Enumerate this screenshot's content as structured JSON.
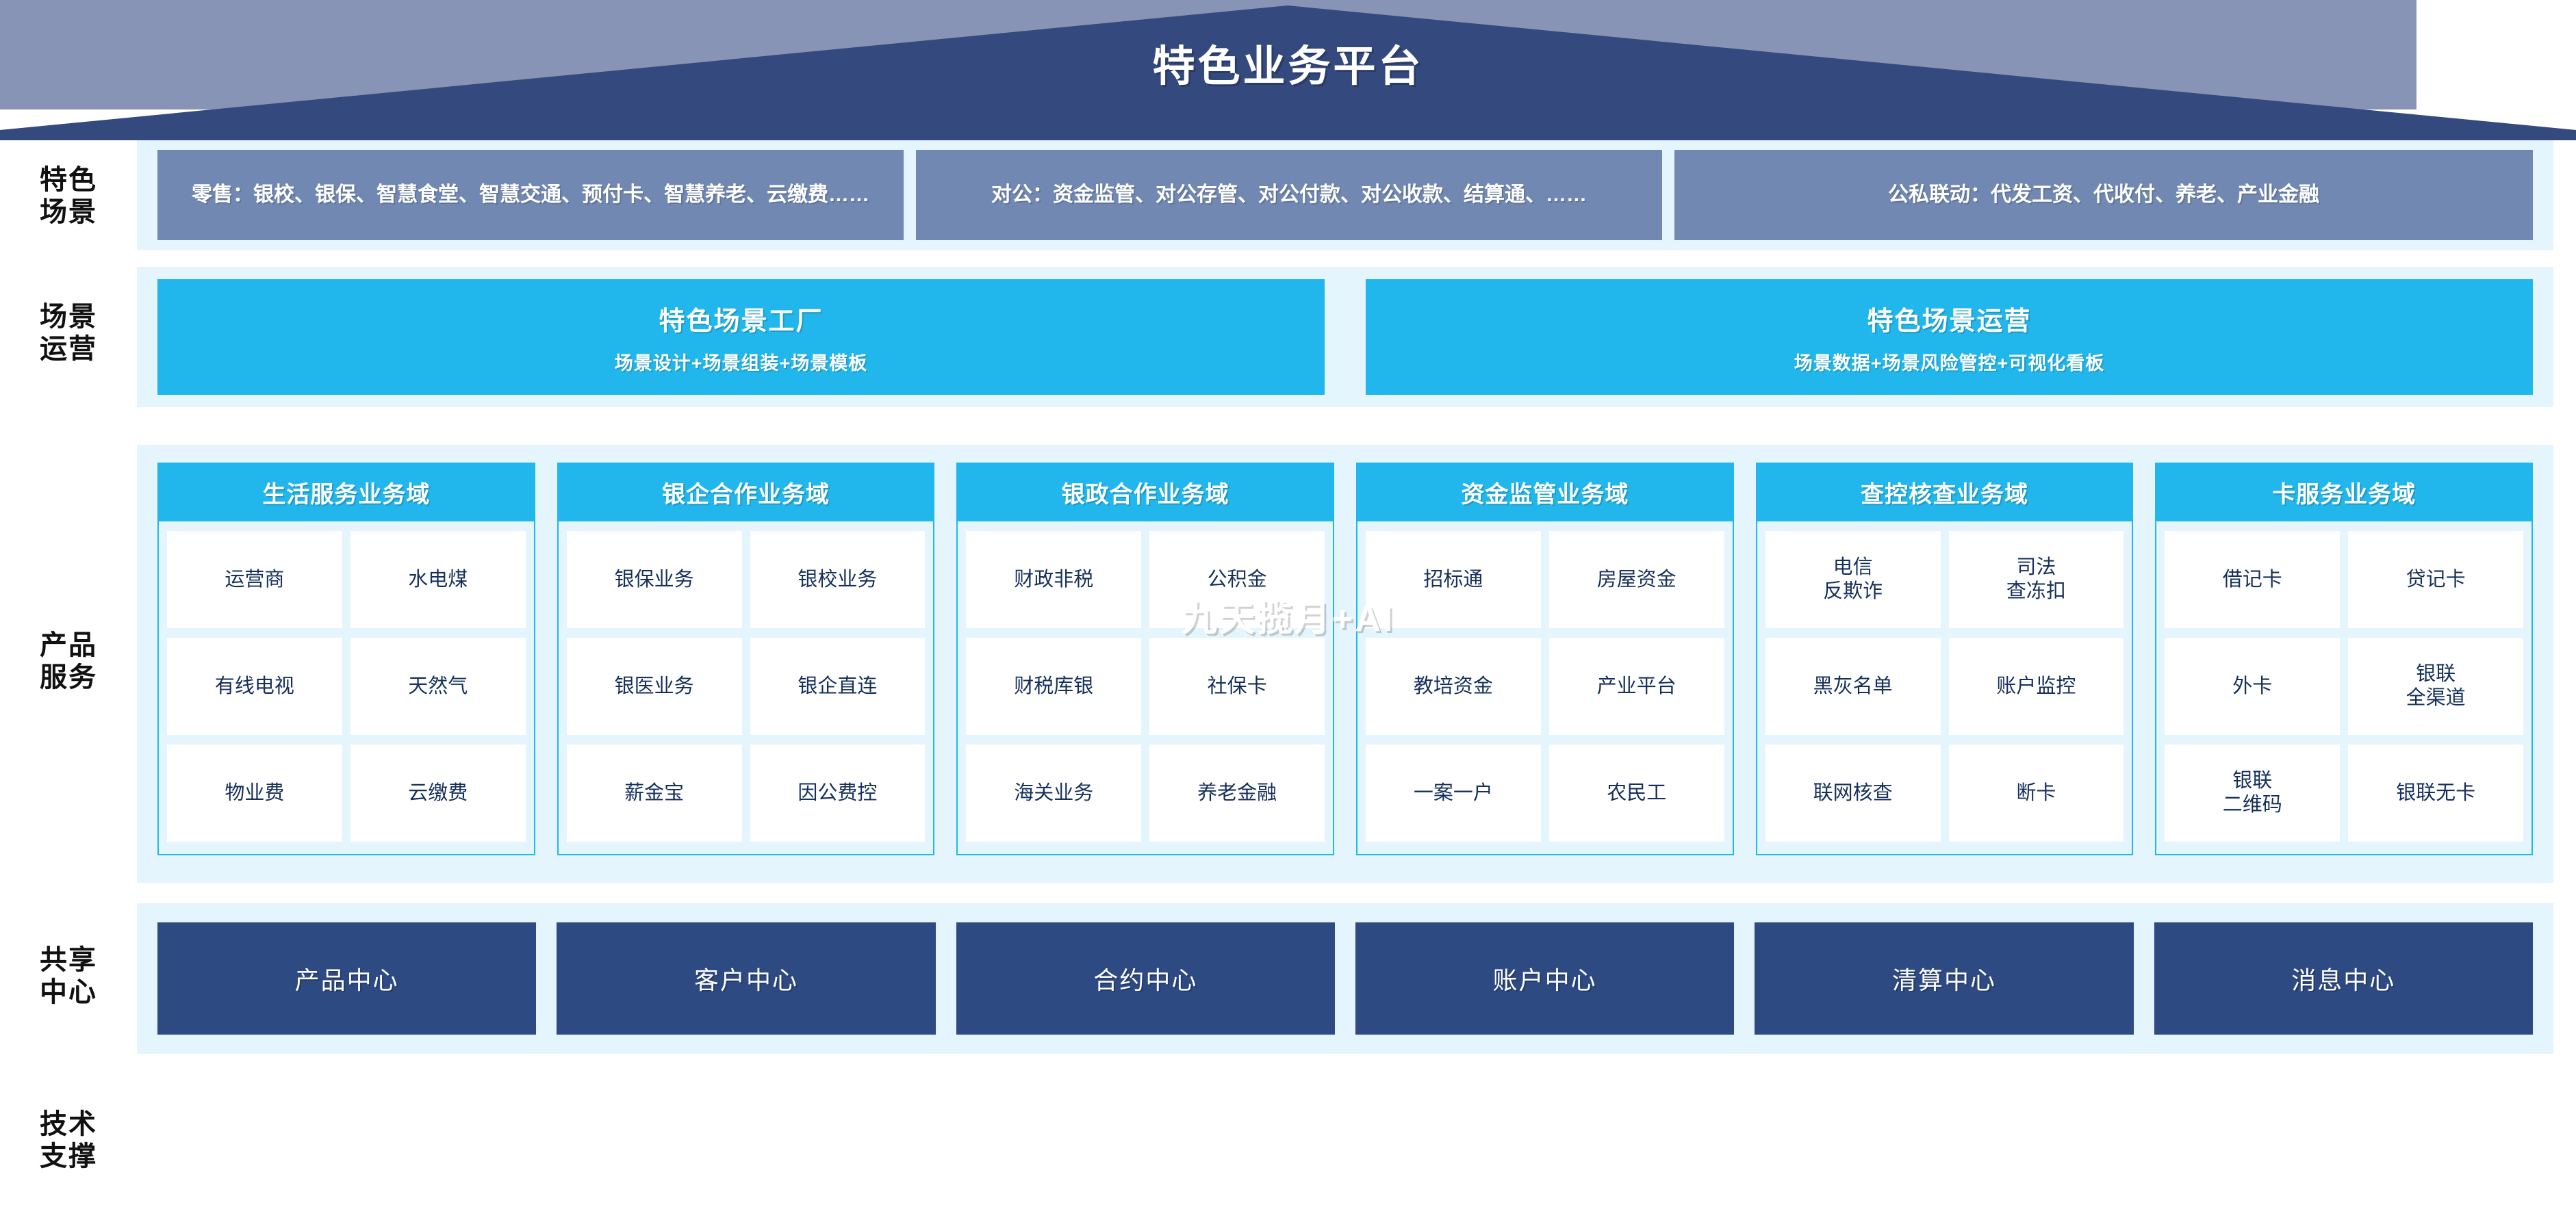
{
  "header": {
    "title": "特色业务平台",
    "roof_color": "#34497e"
  },
  "rail": {
    "labels": [
      {
        "id": "scene",
        "lines": [
          "特色",
          "场景"
        ]
      },
      {
        "id": "operation",
        "lines": [
          "场景",
          "运营"
        ]
      },
      {
        "id": "product",
        "lines": [
          "产品",
          "服务"
        ]
      },
      {
        "id": "shared",
        "lines": [
          "共享",
          "中心"
        ]
      },
      {
        "id": "tech",
        "lines": [
          "技术",
          "支撑"
        ]
      }
    ]
  },
  "scenes": {
    "band_color": "#e4f5fd",
    "box_color": "#7188b2",
    "items": [
      {
        "id": "retail",
        "text": "零售：银校、银保、智慧食堂、智慧交通、预付卡、智慧养老、云缴费……"
      },
      {
        "id": "corporate",
        "text": "对公：资金监管、对公存管、对公付款、对公收款、结算通、……"
      },
      {
        "id": "public-private",
        "text": "公私联动：代发工资、代收付、养老、产业金融"
      }
    ]
  },
  "operations": {
    "box_color": "#22b7ec",
    "items": [
      {
        "id": "scene-factory",
        "title": "特色场景工厂",
        "subtitle": "场景设计+场景组装+场景模板"
      },
      {
        "id": "scene-operation",
        "title": "特色场景运营",
        "subtitle": "场景数据+场景风险管控+可视化看板"
      }
    ]
  },
  "products": {
    "header_color": "#22b7ec",
    "body_color": "#e4f5fd",
    "cell_color": "#ffffff",
    "columns": [
      {
        "id": "life-service",
        "title": "生活服务业务域",
        "cells": [
          "运营商",
          "水电煤",
          "有线电视",
          "天然气",
          "物业费",
          "云缴费"
        ]
      },
      {
        "id": "bank-enterprise",
        "title": "银企合作业务域",
        "cells": [
          "银保业务",
          "银校业务",
          "银医业务",
          "银企直连",
          "薪金宝",
          "因公费控"
        ]
      },
      {
        "id": "bank-government",
        "title": "银政合作业务域",
        "cells": [
          "财政非税",
          "公积金",
          "财税库银",
          "社保卡",
          "海关业务",
          "养老金融"
        ]
      },
      {
        "id": "fund-supervision",
        "title": "资金监管业务域",
        "cells": [
          "招标通",
          "房屋资金",
          "教培资金",
          "产业平台",
          "一案一户",
          "农民工"
        ]
      },
      {
        "id": "investigation-control",
        "title": "查控核查业务域",
        "cells": [
          "电信\n反欺诈",
          "司法\n查冻扣",
          "黑灰名单",
          "账户监控",
          "联网核查",
          "断卡"
        ]
      },
      {
        "id": "card-service",
        "title": "卡服务业务域",
        "cells": [
          "借记卡",
          "贷记卡",
          "外卡",
          "银联\n全渠道",
          "银联\n二维码",
          "银联无卡"
        ]
      }
    ]
  },
  "shared_centers": {
    "box_color": "#2d4a82",
    "items": [
      {
        "id": "product-center",
        "label": "产品中心"
      },
      {
        "id": "customer-center",
        "label": "客户中心"
      },
      {
        "id": "contract-center",
        "label": "合约中心"
      },
      {
        "id": "account-center",
        "label": "账户中心"
      },
      {
        "id": "clearing-center",
        "label": "清算中心"
      },
      {
        "id": "message-center",
        "label": "消息中心"
      }
    ]
  },
  "tech_support": {
    "band_color": "#8794b6",
    "text": "九天揽月+AI"
  }
}
